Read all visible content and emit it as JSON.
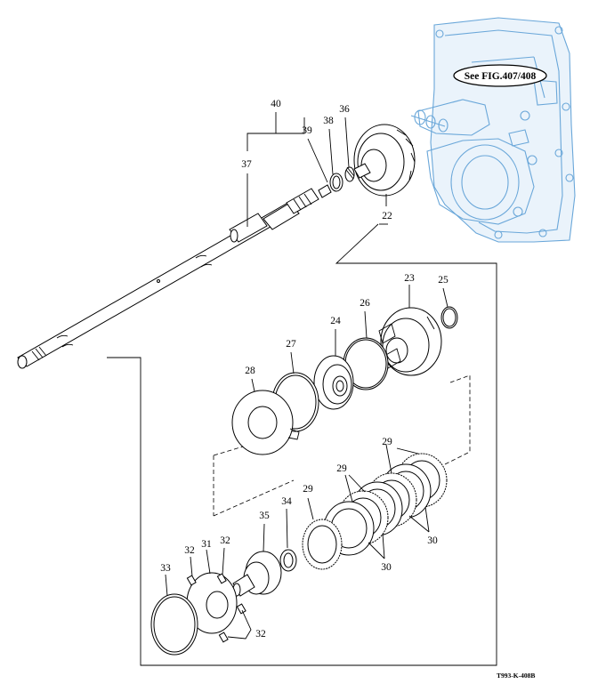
{
  "figure": {
    "code": "T993-K-408B",
    "see_reference": "See FIG.407/408",
    "accent_color": "#6aa7d9"
  },
  "labels": {
    "l40": "40",
    "l37": "37",
    "l39": "39",
    "l38": "38",
    "l36": "36",
    "l22": "22",
    "l23": "23",
    "l25": "25",
    "l26": "26",
    "l24": "24",
    "l27": "27",
    "l28": "28",
    "l29a": "29",
    "l29b": "29",
    "l29c": "29",
    "l30a": "30",
    "l30b": "30",
    "l34": "34",
    "l35": "35",
    "l31": "31",
    "l32a": "32",
    "l32b": "32",
    "l32c": "32",
    "l33": "33"
  }
}
